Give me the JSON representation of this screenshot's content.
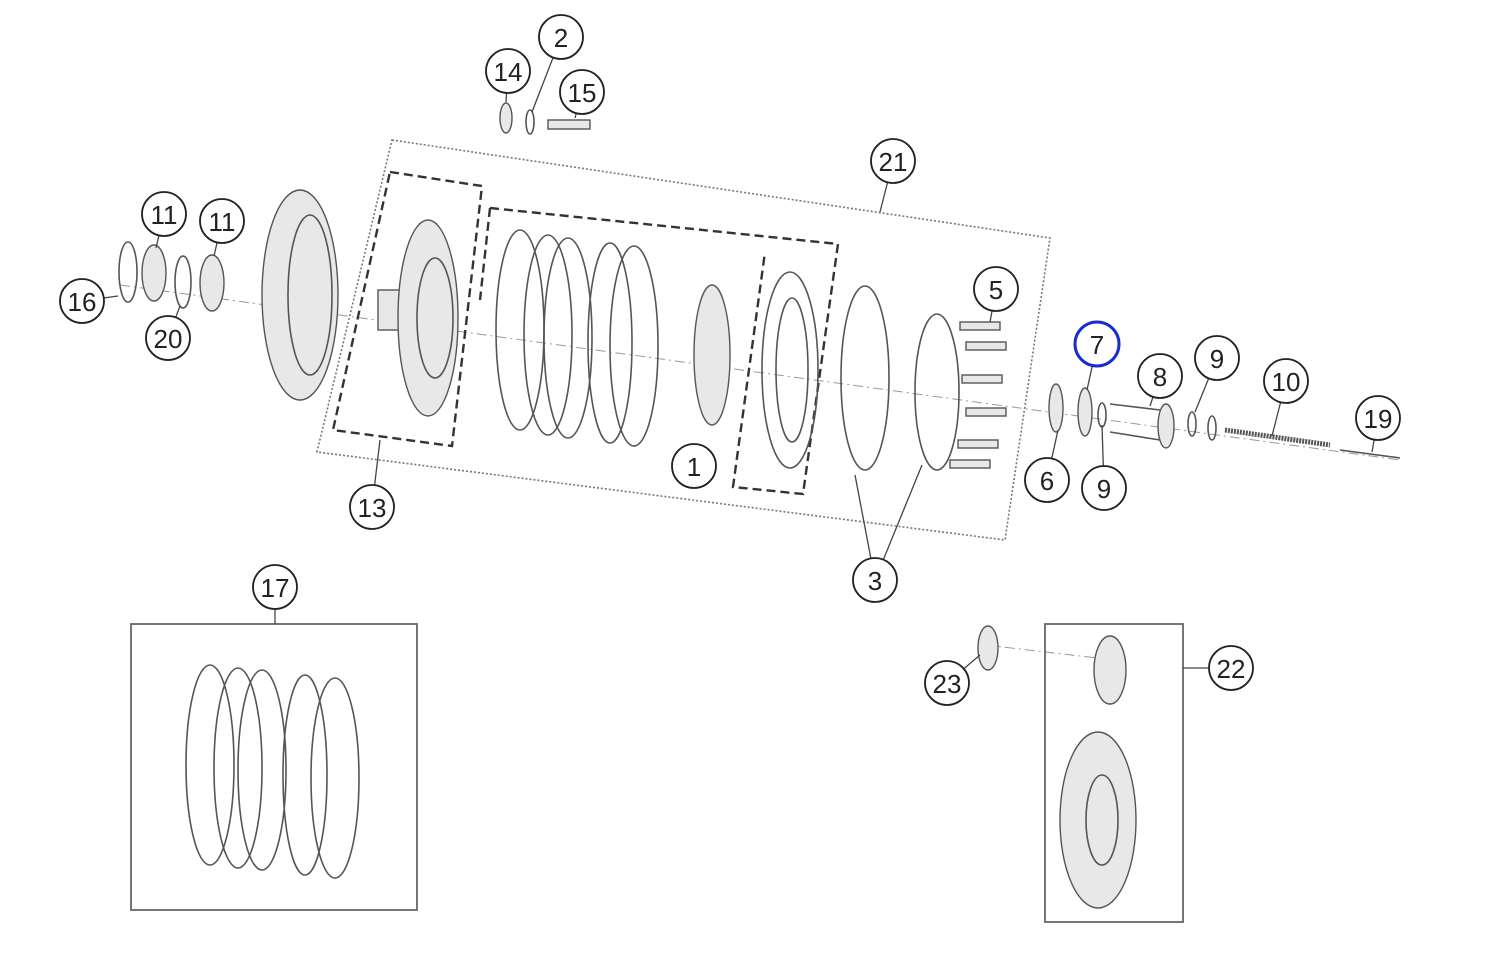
{
  "diagram": {
    "type": "exploded-parts-diagram",
    "highlighted_callout": "7",
    "highlight_color": "#1a2bd0",
    "callouts": [
      {
        "label": "2"
      },
      {
        "label": "14"
      },
      {
        "label": "15"
      },
      {
        "label": "21"
      },
      {
        "label": "11"
      },
      {
        "label": "11"
      },
      {
        "label": "16"
      },
      {
        "label": "20"
      },
      {
        "label": "5"
      },
      {
        "label": "7"
      },
      {
        "label": "8"
      },
      {
        "label": "9"
      },
      {
        "label": "10"
      },
      {
        "label": "19"
      },
      {
        "label": "6"
      },
      {
        "label": "9"
      },
      {
        "label": "1"
      },
      {
        "label": "13"
      },
      {
        "label": "3"
      },
      {
        "label": "17"
      },
      {
        "label": "23"
      },
      {
        "label": "22"
      }
    ]
  }
}
